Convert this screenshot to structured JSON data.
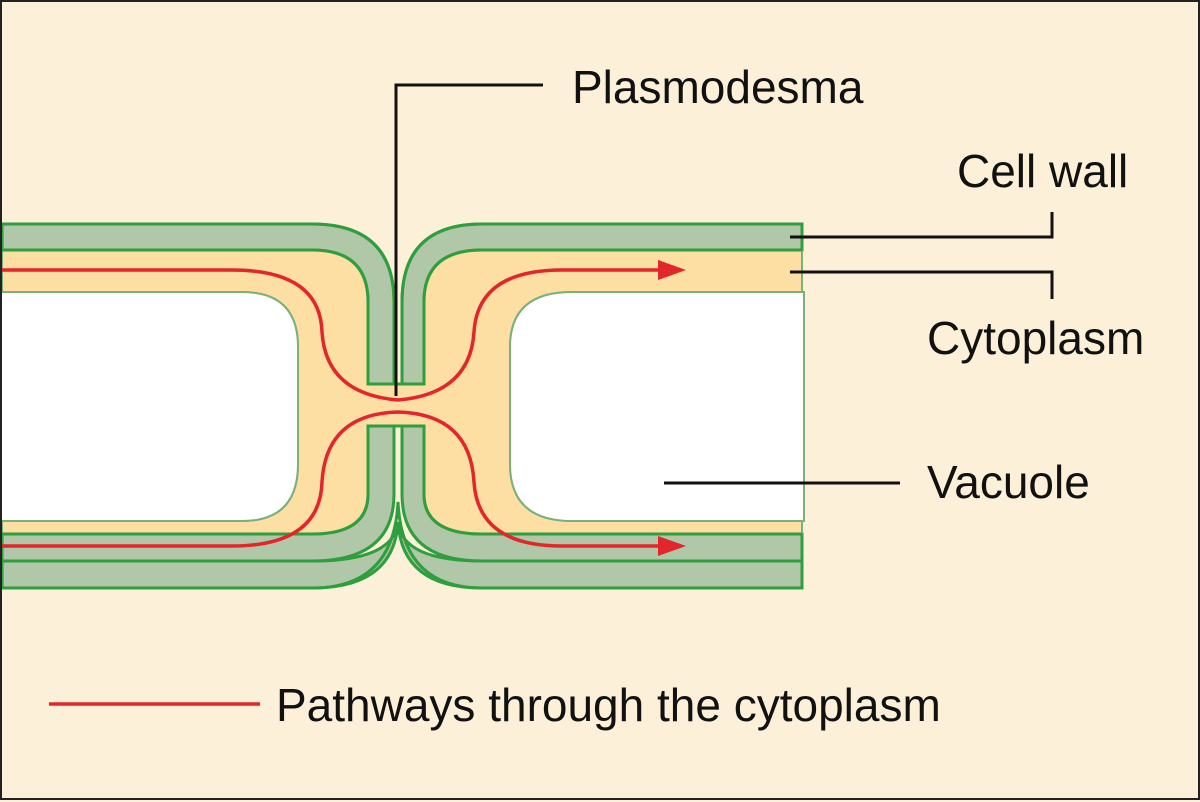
{
  "labels": {
    "plasmodesma": "Plasmodesma",
    "cell_wall": "Cell wall",
    "cytoplasm": "Cytoplasm",
    "vacuole": "Vacuole"
  },
  "legend": {
    "pathways": "Pathways through the cytoplasm"
  },
  "colors": {
    "background": "#fdf0d9",
    "cell_wall_fill": "#b0c7a8",
    "cell_wall_stroke": "#2e9e3e",
    "cytoplasm_fill": "#fddfa3",
    "vacuole_fill": "#ffffff",
    "pathway": "#e3262b",
    "leader_line": "#111111"
  }
}
